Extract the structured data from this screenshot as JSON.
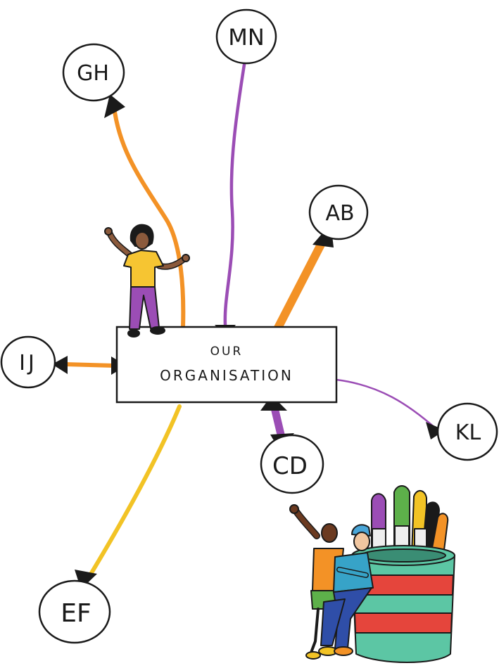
{
  "center": {
    "line1": "OUR",
    "line2": "ORGANISATION"
  },
  "nodes": [
    {
      "id": "MN",
      "label": "MN"
    },
    {
      "id": "GH",
      "label": "GH"
    },
    {
      "id": "AB",
      "label": "AB"
    },
    {
      "id": "IJ",
      "label": "IJ"
    },
    {
      "id": "KL",
      "label": "KL"
    },
    {
      "id": "CD",
      "label": "CD"
    },
    {
      "id": "EF",
      "label": "EF"
    }
  ],
  "links": [
    {
      "from": "MN",
      "to": "center",
      "color": "#9b4db5",
      "direction": "to-center",
      "weight": "thin"
    },
    {
      "from": "center",
      "to": "GH",
      "color": "#f39226",
      "direction": "to-node",
      "weight": "medium"
    },
    {
      "from": "center",
      "to": "AB",
      "color": "#f39226",
      "direction": "to-node",
      "weight": "thick"
    },
    {
      "from": "center",
      "to": "IJ",
      "color": "#f39226",
      "direction": "both",
      "weight": "medium"
    },
    {
      "from": "center",
      "to": "KL",
      "color": "#9b4db5",
      "direction": "to-node",
      "weight": "thin"
    },
    {
      "from": "center",
      "to": "CD",
      "color": "#9b4db5",
      "direction": "both",
      "weight": "thick"
    },
    {
      "from": "center",
      "to": "EF",
      "color": "#f2c325",
      "direction": "to-node",
      "weight": "medium"
    }
  ],
  "colors": {
    "outline": "#1a1a1a",
    "orange": "#f39226",
    "purple": "#9b4db5",
    "yellow": "#f2c325",
    "pot_green": "#5cc6a4",
    "pot_red": "#e5453c"
  },
  "figures": [
    "person-waving-on-box",
    "two-people-leaning-on-pen-pot"
  ]
}
